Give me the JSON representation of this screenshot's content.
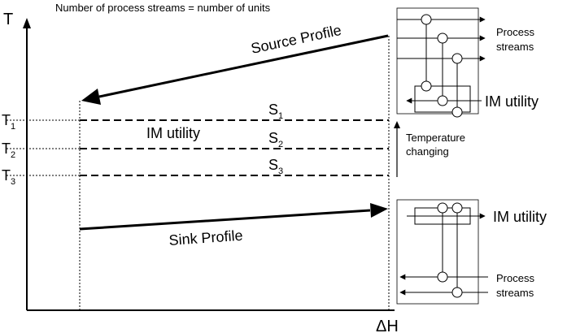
{
  "header": {
    "caption": "Number of process streams = number of units"
  },
  "axes": {
    "y_label": "T",
    "x_label": "ΔH"
  },
  "temperatures": [
    {
      "label": "T",
      "sub": "1"
    },
    {
      "label": "T",
      "sub": "2"
    },
    {
      "label": "T",
      "sub": "3"
    }
  ],
  "sub_streams": [
    {
      "label": "S",
      "sub": "1"
    },
    {
      "label": "S",
      "sub": "2"
    },
    {
      "label": "S",
      "sub": "3"
    }
  ],
  "labels": {
    "source_profile": "Source Profile",
    "sink_profile": "Sink Profile",
    "im_utility_region": "IM utility",
    "temp_changing_line1": "Temperature",
    "temp_changing_line2": "changing"
  },
  "network_top": {
    "process_line1": "Process",
    "process_line2": "streams",
    "utility": "IM utility"
  },
  "network_bottom": {
    "utility": "IM utility",
    "process_line1": "Process",
    "process_line2": "streams"
  }
}
